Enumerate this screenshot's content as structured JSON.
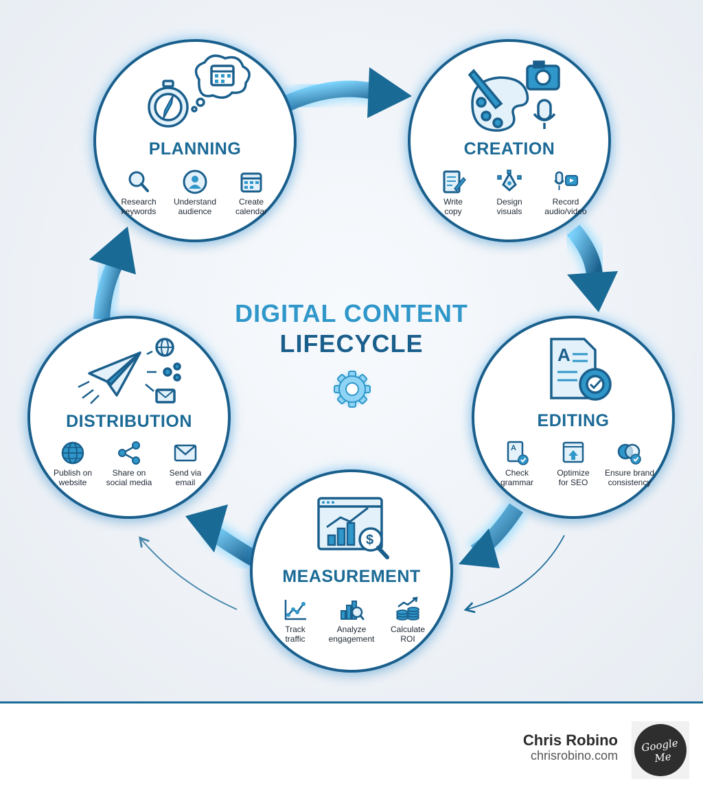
{
  "colors": {
    "primary": "#1a5f8c",
    "accent": "#2f97c9",
    "icon_fill": "#e3f1fa",
    "glow": "#6fd0ff"
  },
  "center": {
    "title_line1": "DIGITAL CONTENT",
    "title_line2": "LIFECYCLE",
    "icon": "gear-icon"
  },
  "stages": {
    "planning": {
      "title": "PLANNING",
      "icon": "compass-calendar-icon",
      "tasks": [
        {
          "icon": "magnifier-icon",
          "label": "Research\nkeywords"
        },
        {
          "icon": "user-icon",
          "label": "Understand\naudience"
        },
        {
          "icon": "calendar-icon",
          "label": "Create\ncalendar"
        }
      ]
    },
    "creation": {
      "title": "CREATION",
      "icon": "palette-camera-mic-icon",
      "tasks": [
        {
          "icon": "document-pen-icon",
          "label": "Write\ncopy"
        },
        {
          "icon": "pen-tool-icon",
          "label": "Design\nvisuals"
        },
        {
          "icon": "mic-video-icon",
          "label": "Record\naudio/video"
        }
      ]
    },
    "editing": {
      "title": "EDITING",
      "icon": "document-gear-icon",
      "tasks": [
        {
          "icon": "document-check-icon",
          "label": "Check\ngrammar"
        },
        {
          "icon": "upload-window-icon",
          "label": "Optimize\nfor SEO"
        },
        {
          "icon": "circles-check-icon",
          "label": "Ensure brand\nconsistency"
        }
      ]
    },
    "measurement": {
      "title": "MEASUREMENT",
      "icon": "analytics-dashboard-icon",
      "tasks": [
        {
          "icon": "line-graph-icon",
          "label": "Track\ntraffic"
        },
        {
          "icon": "bar-chart-magnifier-icon",
          "label": "Analyze\nengagement"
        },
        {
          "icon": "coins-growth-icon",
          "label": "Calculate\nROI"
        }
      ]
    },
    "distribution": {
      "title": "DISTRIBUTION",
      "icon": "paper-plane-icon",
      "tasks": [
        {
          "icon": "globe-icon",
          "label": "Publish on\nwebsite"
        },
        {
          "icon": "share-icon",
          "label": "Share on\nsocial media"
        },
        {
          "icon": "envelope-icon",
          "label": "Send via\nemail"
        }
      ]
    }
  },
  "footer": {
    "author": "Chris Robino",
    "website": "chrisrobino.com",
    "logo_text": "Google Me"
  }
}
